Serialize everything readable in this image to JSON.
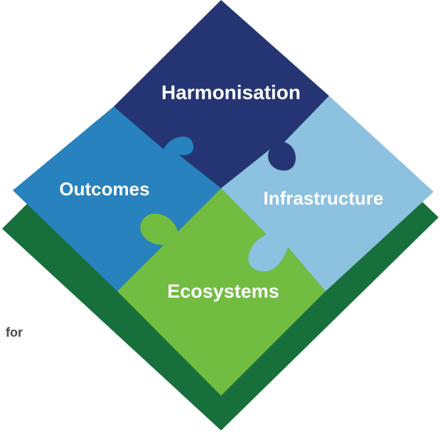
{
  "diagram": {
    "side_text": "for",
    "pieces": {
      "harmonisation": {
        "label": "Harmonisation",
        "color": "#253574"
      },
      "outcomes": {
        "label": "Outcomes",
        "color": "#2782bd"
      },
      "infrastructure": {
        "label": "Infrastructure",
        "color": "#8cc1df"
      },
      "ecosystems": {
        "label": "Ecosystems",
        "color": "#73bc42"
      }
    },
    "base_color": "#17703b"
  }
}
